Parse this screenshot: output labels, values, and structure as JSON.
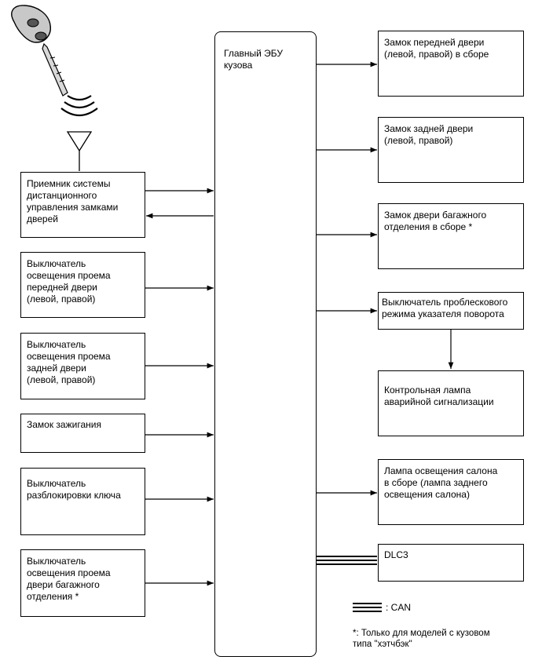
{
  "ecu": {
    "label": "Главный ЭБУ\nкузова"
  },
  "left_blocks": [
    {
      "label": "Приемник системы\nдистанционного\nуправления замками\nдверей"
    },
    {
      "label": "Выключатель\nосвещения проема\nпередней двери\n(левой, правой)"
    },
    {
      "label": "Выключатель\nосвещения проема\nзадней двери\n(левой, правой)"
    },
    {
      "label": "Замок зажигания"
    },
    {
      "label": "Выключатель\nразблокировки ключа"
    },
    {
      "label": "Выключатель\nосвещения проема\nдвери багажного\nотделения *"
    }
  ],
  "right_blocks": [
    {
      "label": "Замок передней двери\n(левой, правой) в сборе"
    },
    {
      "label": "Замок задней двери\n(левой, правой)"
    },
    {
      "label": "Замок двери багажного\nотделения в сборе *"
    },
    {
      "label": "Выключатель проблескового\nрежима указателя поворота"
    },
    {
      "label": "Контрольная лампа\nаварийной сигнализации"
    },
    {
      "label": "Лампа освещения салона\nв сборе (лампа заднего\nосвещения салона)"
    },
    {
      "label": "DLC3"
    }
  ],
  "legend": {
    "can_label": ": CAN"
  },
  "footnote": "*: Только для моделей с кузовом\nтипа \"хэтчбэк\""
}
